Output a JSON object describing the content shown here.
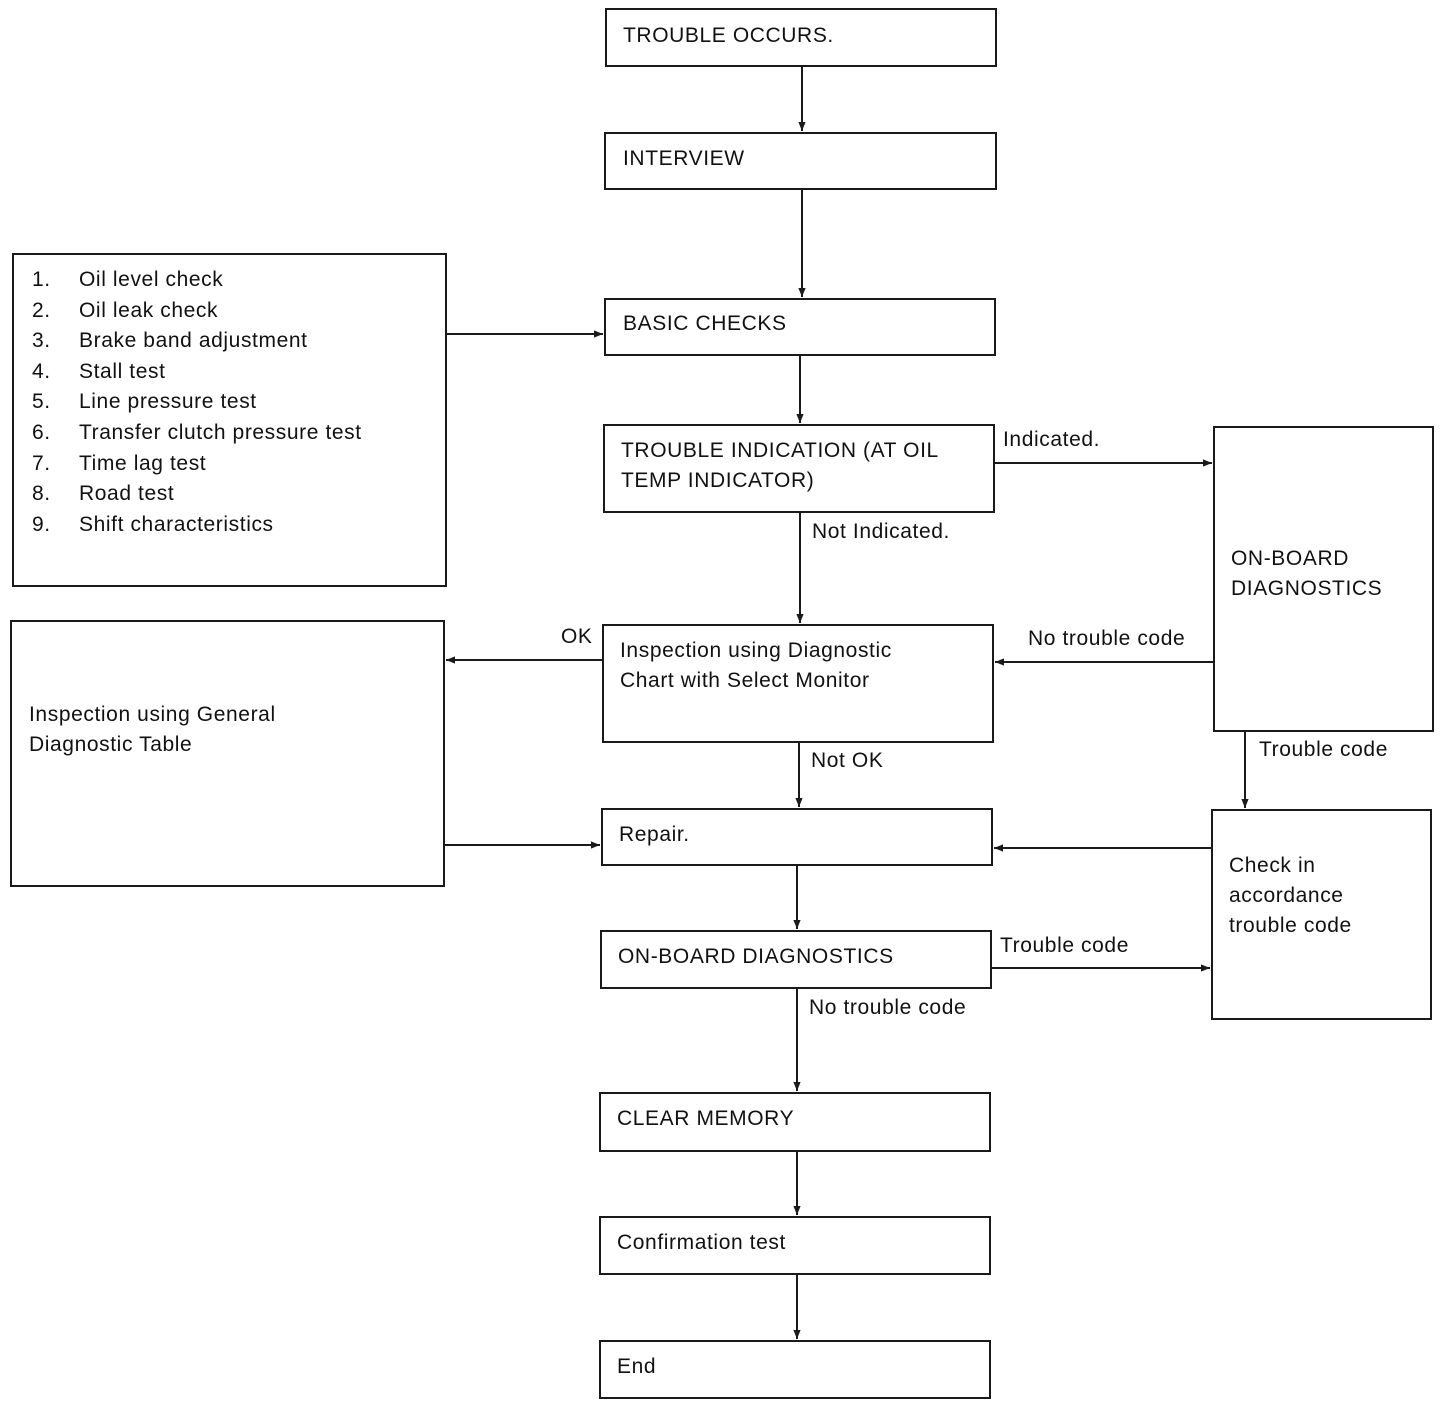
{
  "boxes": {
    "trouble_occurs": "TROUBLE OCCURS.",
    "interview": "INTERVIEW",
    "basic_checks": "BASIC CHECKS",
    "trouble_indication": "TROUBLE INDICATION (AT OIL\nTEMP INDICATOR)",
    "inspection_diag_chart": "Inspection using Diagnostic\nChart with Select Monitor",
    "repair": "Repair.",
    "onboard_diag_lower": "ON-BOARD DIAGNOSTICS",
    "clear_memory": "CLEAR MEMORY",
    "confirmation_test": "Confirmation test",
    "end": "End",
    "onboard_diag_right": "ON-BOARD\nDIAGNOSTICS",
    "check_trouble_code": "Check in\naccordance\ntrouble code",
    "general_diag_table": "Inspection using General\nDiagnostic Table"
  },
  "basic_check_items": [
    {
      "num": "1.",
      "text": "Oil level check"
    },
    {
      "num": "2.",
      "text": "Oil leak check"
    },
    {
      "num": "3.",
      "text": "Brake band adjustment"
    },
    {
      "num": "4.",
      "text": "Stall test"
    },
    {
      "num": "5.",
      "text": "Line pressure test"
    },
    {
      "num": "6.",
      "text": "Transfer clutch pressure test"
    },
    {
      "num": "7.",
      "text": "Time lag test"
    },
    {
      "num": "8.",
      "text": "Road test"
    },
    {
      "num": "9.",
      "text": "Shift characteristics"
    }
  ],
  "labels": {
    "indicated": "Indicated.",
    "not_indicated": "Not Indicated.",
    "no_trouble_code_upper": "No trouble code",
    "trouble_code_right": "Trouble code",
    "ok": "OK",
    "not_ok": "Not OK",
    "trouble_code_lower": "Trouble code",
    "no_trouble_code_lower": "No trouble code"
  },
  "colors": {
    "line": "#1a1a1a",
    "background": "#ffffff"
  }
}
